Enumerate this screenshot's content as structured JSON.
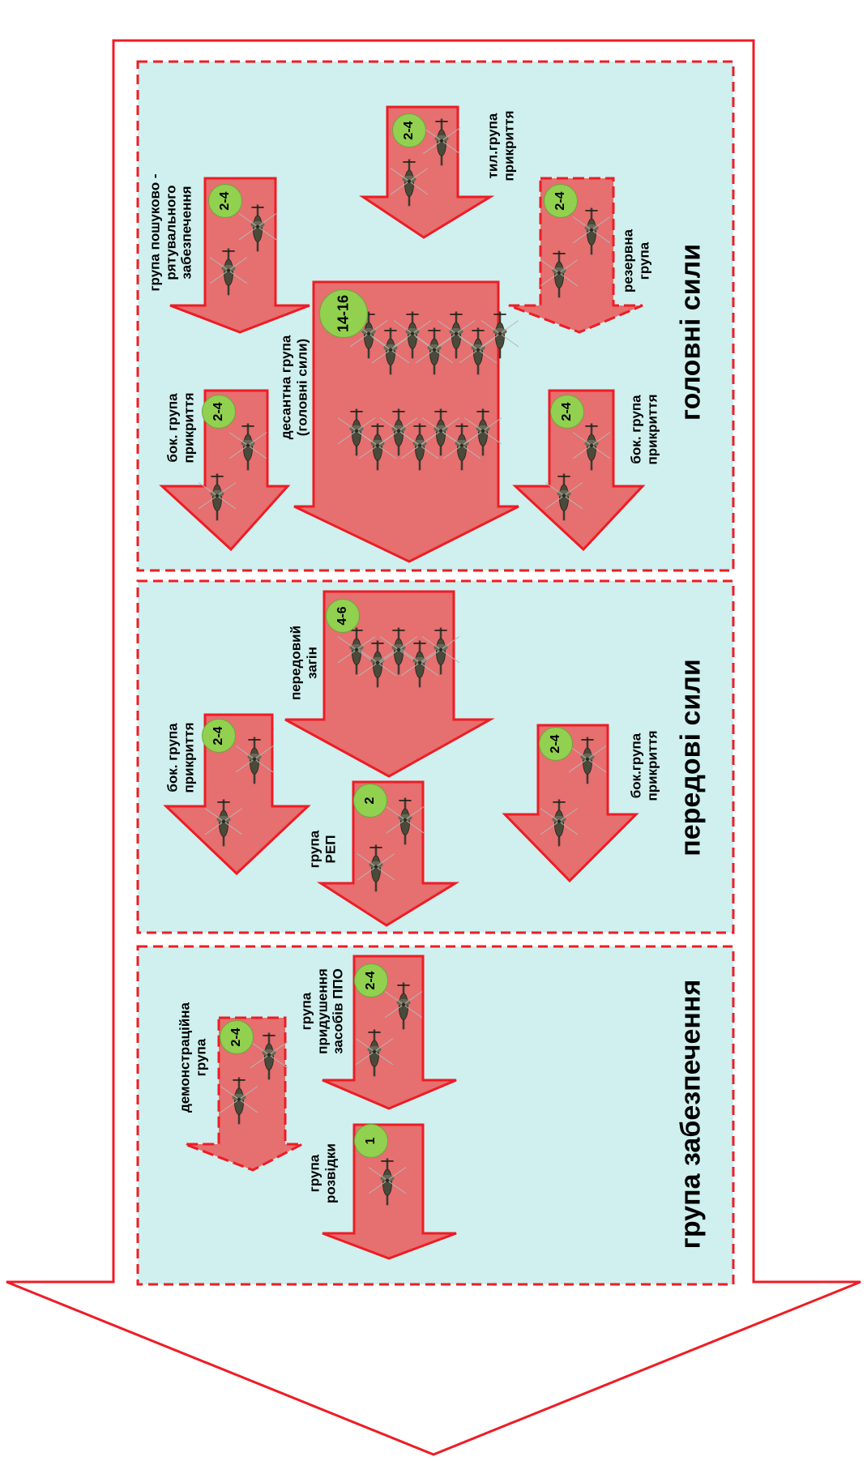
{
  "colors": {
    "panel_fill": "#cff0ef",
    "dashed_border": "#ee1c25",
    "arrow_fill": "#e66f6f",
    "arrow_stroke": "#ee1c25",
    "badge_fill": "#92d050"
  },
  "icons": {
    "aircraft": "helicopter-icon"
  },
  "sections": {
    "main": {
      "title": "головні сили",
      "groups": [
        {
          "id": "landing",
          "count": "14-16",
          "label_lines": [
            "десантна група",
            "(головні сили)"
          ]
        },
        {
          "id": "search_rescue",
          "count": "2-4",
          "label_lines": [
            "група пошуково -",
            "рятувального",
            "забезпечення"
          ]
        },
        {
          "id": "rear_cover",
          "count": "2-4",
          "label_lines": [
            "тил.група",
            "прикриття"
          ]
        },
        {
          "id": "reserve",
          "count": "2-4",
          "label_lines": [
            "резервна",
            "група"
          ]
        },
        {
          "id": "flank_left",
          "count": "2-4",
          "label_lines": [
            "бок. група",
            "прикриття"
          ]
        },
        {
          "id": "flank_right",
          "count": "2-4",
          "label_lines": [
            "бок. група",
            "прикриття"
          ]
        }
      ]
    },
    "forward": {
      "title": "передові сили",
      "groups": [
        {
          "id": "advance",
          "count": "4-6",
          "label_lines": [
            "передовий",
            "загін"
          ]
        },
        {
          "id": "flank_left",
          "count": "2-4",
          "label_lines": [
            "бок. група",
            "прикриття"
          ]
        },
        {
          "id": "ew",
          "count": "2",
          "label_lines": [
            "група",
            "РЕП"
          ]
        },
        {
          "id": "flank_right",
          "count": "2-4",
          "label_lines": [
            "бок.група",
            "прикриття"
          ]
        }
      ]
    },
    "support": {
      "title": "група забезпечення",
      "groups": [
        {
          "id": "sead",
          "count": "2-4",
          "label_lines": [
            "група",
            "придушення",
            "засобів ППО"
          ]
        },
        {
          "id": "demo",
          "count": "2-4",
          "label_lines": [
            "демонстраційна",
            "група"
          ]
        },
        {
          "id": "recon",
          "count": "1",
          "label_lines": [
            "група",
            "розвідки"
          ]
        }
      ]
    }
  }
}
